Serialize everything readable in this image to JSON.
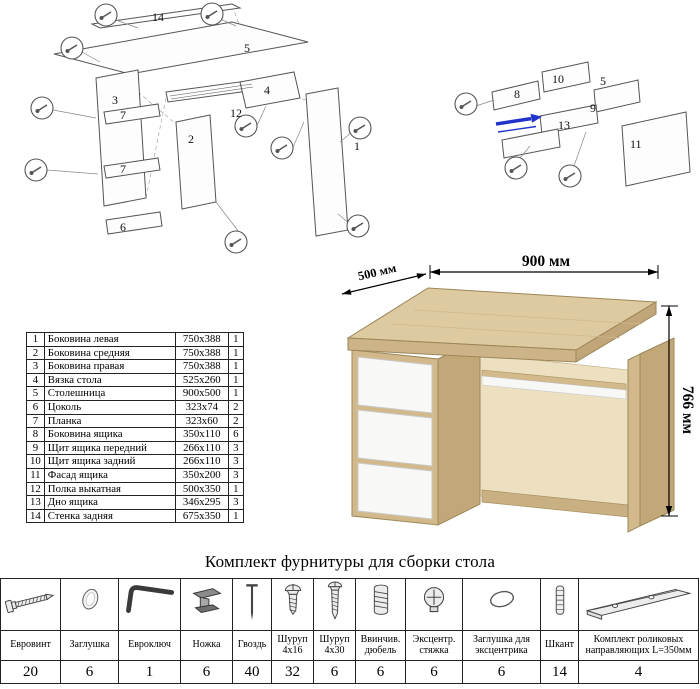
{
  "title": "Комплект фурнитуры для сборки стола",
  "desk": {
    "dim_width": "900 мм",
    "dim_depth": "500 мм",
    "dim_height": "766 мм",
    "colors": {
      "oak": "#d2b98b",
      "oak_dark": "#c2a878",
      "drawer_white": "#f8f8f6",
      "arrow_blue": "#2233cc"
    }
  },
  "parts_table": {
    "rows": [
      {
        "num": "1",
        "name": "Боковина левая",
        "size": "750x388",
        "qty": "1"
      },
      {
        "num": "2",
        "name": "Боковина средняя",
        "size": "750x388",
        "qty": "1"
      },
      {
        "num": "3",
        "name": "Боковина правая",
        "size": "750x388",
        "qty": "1"
      },
      {
        "num": "4",
        "name": "Вязка стола",
        "size": "525x260",
        "qty": "1"
      },
      {
        "num": "5",
        "name": "Столешница",
        "size": "900x500",
        "qty": "1"
      },
      {
        "num": "6",
        "name": "Цоколь",
        "size": "323x74",
        "qty": "2"
      },
      {
        "num": "7",
        "name": "Планка",
        "size": "323x60",
        "qty": "2"
      },
      {
        "num": "8",
        "name": "Боковина ящика",
        "size": "350x110",
        "qty": "6"
      },
      {
        "num": "9",
        "name": "Щит ящика передний",
        "size": "266x110",
        "qty": "3"
      },
      {
        "num": "10",
        "name": "Щит ящика задний",
        "size": "266x110",
        "qty": "3"
      },
      {
        "num": "11",
        "name": "Фасад ящика",
        "size": "350x200",
        "qty": "3"
      },
      {
        "num": "12",
        "name": "Полка выкатная",
        "size": "500x350",
        "qty": "1"
      },
      {
        "num": "13",
        "name": "Дно ящика",
        "size": "346x295",
        "qty": "3"
      },
      {
        "num": "14",
        "name": "Стенка задняя",
        "size": "675x350",
        "qty": "1"
      }
    ]
  },
  "hardware": {
    "items": [
      {
        "name": "Евровинт",
        "qty": "20",
        "icon": "euro-screw-icon"
      },
      {
        "name": "Заглушка",
        "qty": "6",
        "icon": "cap-icon"
      },
      {
        "name": "Евроключ",
        "qty": "1",
        "icon": "hex-key-icon"
      },
      {
        "name": "Ножка",
        "qty": "6",
        "icon": "leg-icon"
      },
      {
        "name": "Гвоздь",
        "qty": "40",
        "icon": "nail-icon"
      },
      {
        "name": "Шуруп 4x16",
        "qty": "32",
        "icon": "screw-short-icon"
      },
      {
        "name": "Шуруп 4x30",
        "qty": "6",
        "icon": "screw-long-icon"
      },
      {
        "name": "Ввинчив. дюбель",
        "qty": "6",
        "icon": "dowel-screw-icon"
      },
      {
        "name": "Эксцентр. стяжка",
        "qty": "6",
        "icon": "cam-lock-icon"
      },
      {
        "name": "Заглушка для эксцентрика",
        "qty": "6",
        "icon": "cam-cover-icon"
      },
      {
        "name": "Шкант",
        "qty": "14",
        "icon": "wood-dowel-icon"
      },
      {
        "name": "Комплект роликовых направляющих L=350мм",
        "qty": "4",
        "icon": "drawer-slide-icon"
      }
    ]
  },
  "diagram_main": {
    "labels": [
      "14",
      "5",
      "3",
      "7",
      "7",
      "6",
      "12",
      "2",
      "4",
      "1"
    ]
  },
  "diagram_drawer": {
    "labels": [
      "10",
      "5",
      "8",
      "9",
      "13",
      "11"
    ]
  }
}
